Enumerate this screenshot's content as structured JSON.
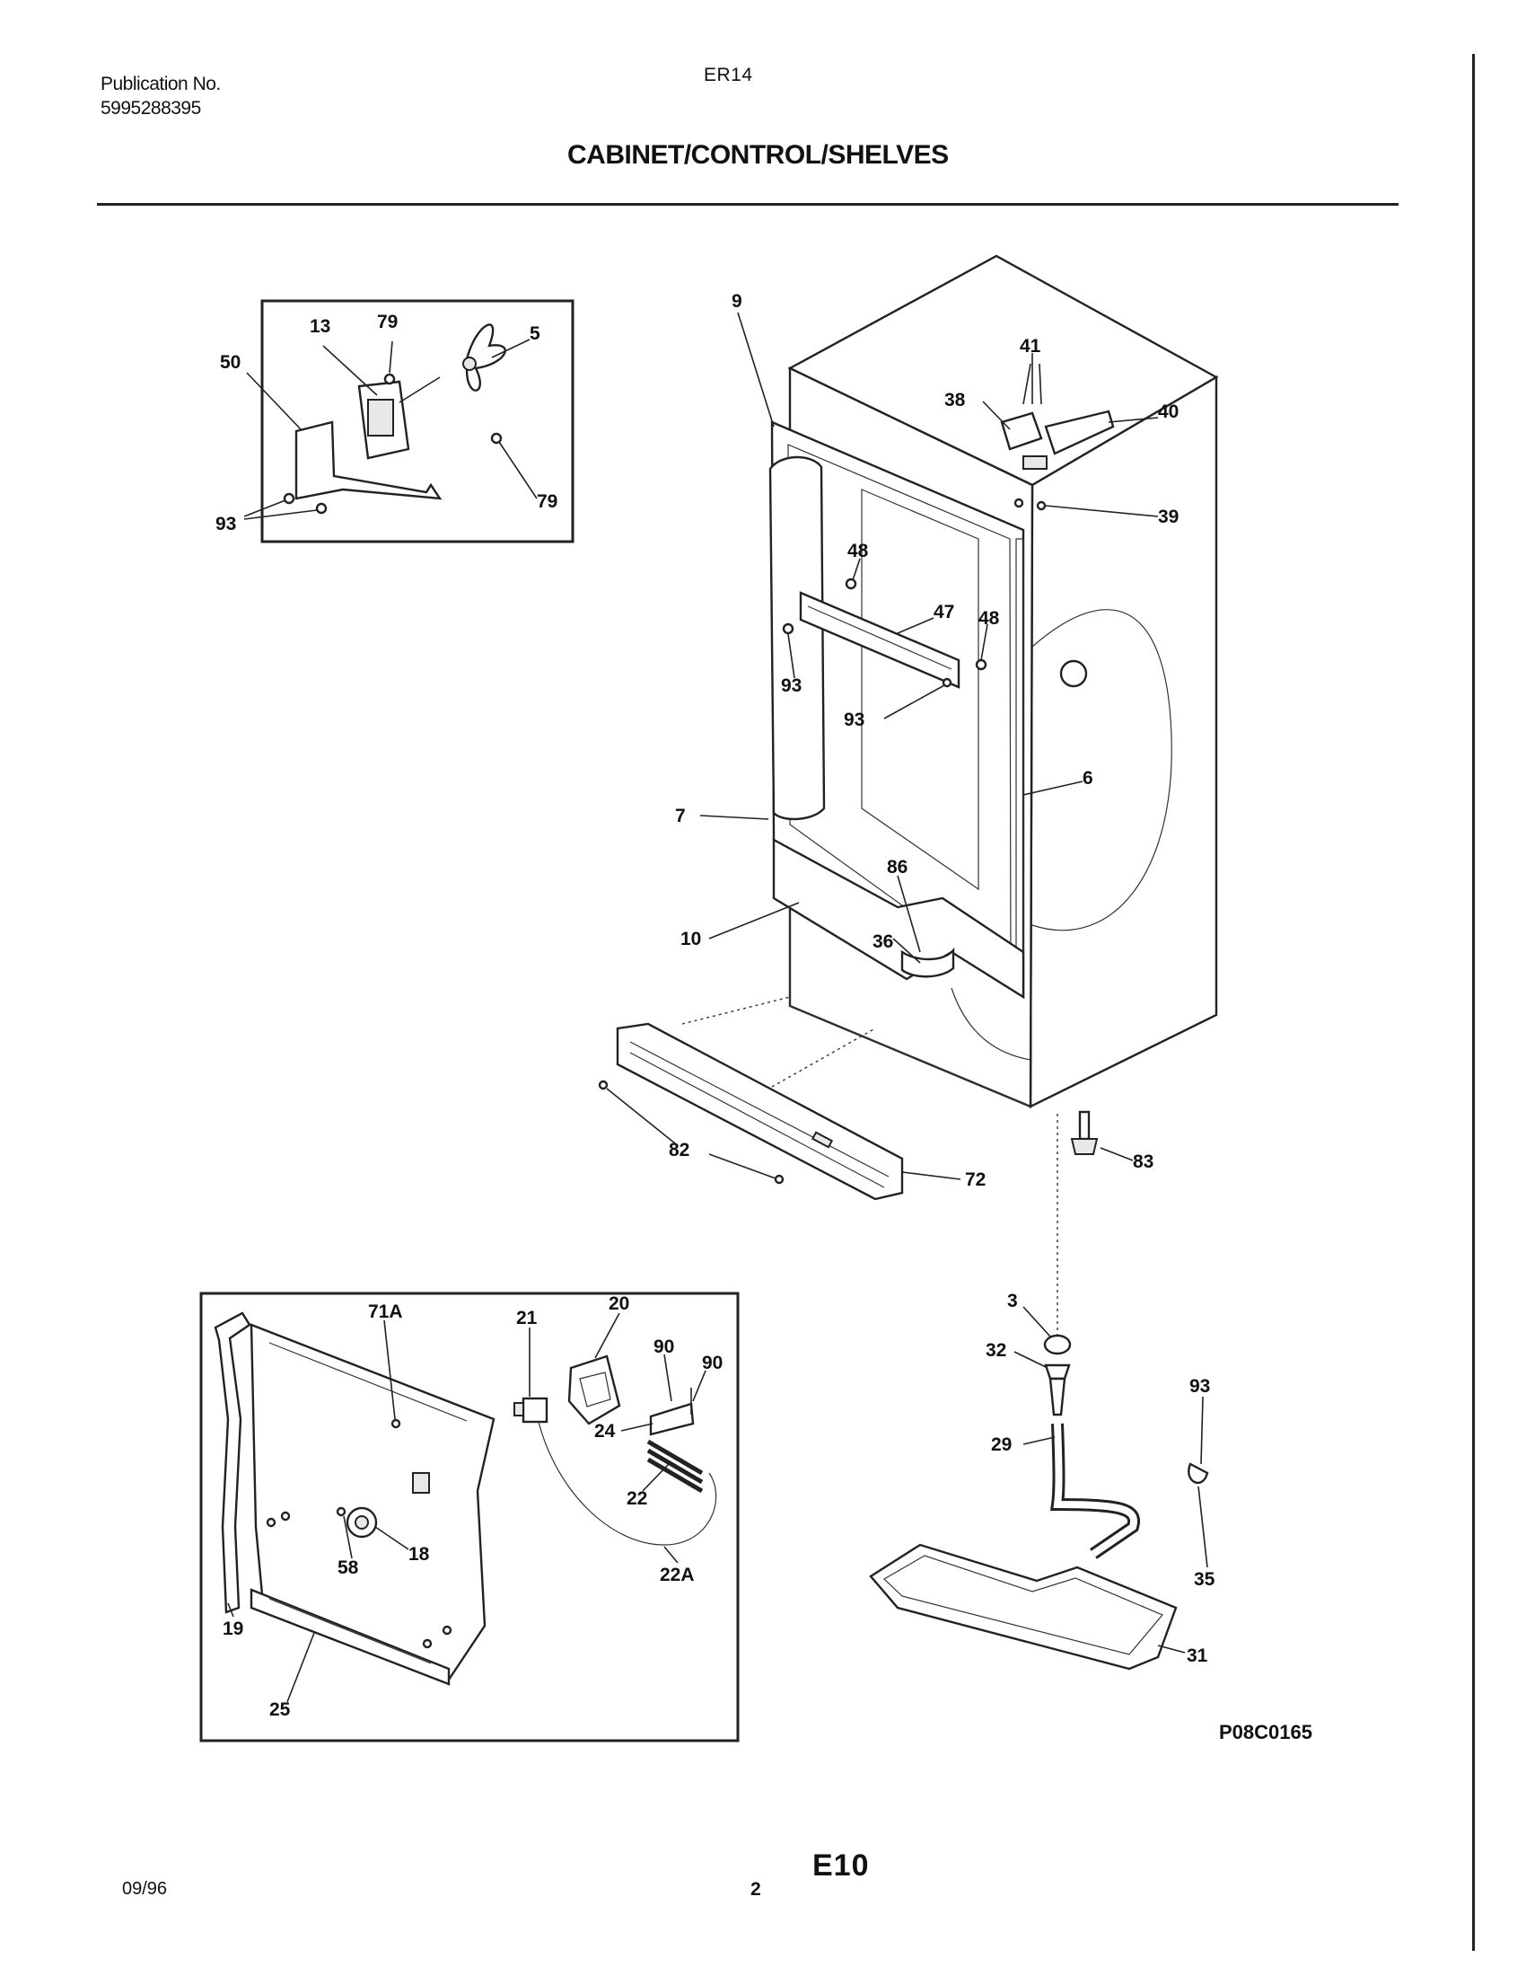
{
  "header": {
    "publication_label": "Publication No.",
    "publication_number": "5995288395",
    "model": "ER14",
    "title": "CABINET/CONTROL/SHELVES"
  },
  "figure_id": "P08C0165",
  "footer": {
    "date": "09/96",
    "page": "2",
    "section": "E10"
  },
  "callouts": {
    "c5": "5",
    "c13": "13",
    "c79a": "79",
    "c79b": "79",
    "c50": "50",
    "c93a": "93",
    "c9": "9",
    "c41": "41",
    "c38": "38",
    "c40": "40",
    "c39": "39",
    "c48a": "48",
    "c47": "47",
    "c48b": "48",
    "c93b": "93",
    "c93c": "93",
    "c6": "6",
    "c7": "7",
    "c86": "86",
    "c10": "10",
    "c36": "36",
    "c82": "82",
    "c72": "72",
    "c83": "83",
    "c71A": "71A",
    "c21": "21",
    "c20": "20",
    "c90a": "90",
    "c90b": "90",
    "c24": "24",
    "c22": "22",
    "c22A": "22A",
    "c18": "18",
    "c58": "58",
    "c19": "19",
    "c25": "25",
    "c3": "3",
    "c32": "32",
    "c29": "29",
    "c93d": "93",
    "c35": "35",
    "c31": "31"
  }
}
